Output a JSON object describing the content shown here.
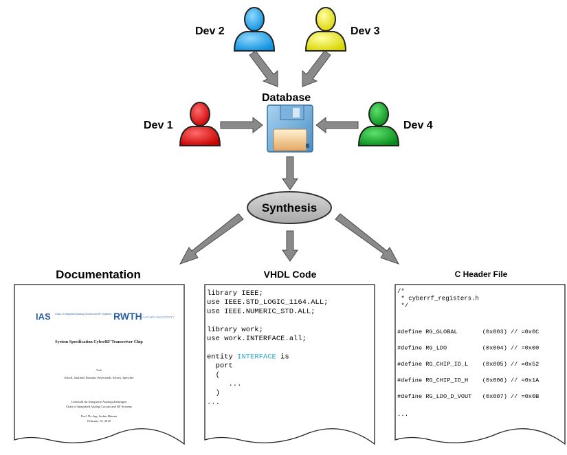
{
  "developers": {
    "dev1": {
      "label": "Dev 1",
      "color": "#e00000"
    },
    "dev2": {
      "label": "Dev 2",
      "color": "#19a3f0"
    },
    "dev3": {
      "label": "Dev 3",
      "color": "#f3f000"
    },
    "dev4": {
      "label": "Dev 4",
      "color": "#0aa31f"
    }
  },
  "database": {
    "label": "Database",
    "icon": "floppy-disk-icon"
  },
  "synthesis": {
    "label": "Synthesis"
  },
  "outputs": {
    "documentation": {
      "heading": "Documentation",
      "logo_left": "IAS",
      "logo_left_sub": "Chair of Integrated Analog Circuits and RF Systems",
      "logo_right": "RWTH",
      "logo_right_sub": "AACHEN UNIVERSITY",
      "title": "System Specification CyberRF Transceiver Chip",
      "by_label": "Vorb",
      "authors": "Scholl, Saalfeld, Romeki, Beyerstedt, Schrey, Speicher",
      "institute_1": "Lehrstuhl für Integrierte Analogschaltungen",
      "institute_2": "Chair of Integrated Analog Circuits and RF Systems",
      "professor": "Prof. Dr.-Ing. Stefan Heinen",
      "date": "February 15, 2018"
    },
    "vhdl": {
      "heading": "VHDL Code",
      "lines": [
        "library IEEE;",
        "use IEEE.STD_LOGIC_1164.ALL;",
        "use IEEE.NUMERIC_STD.ALL;",
        "",
        "library work;",
        "use work.INTERFACE.all;",
        "",
        "entity ",
        "  port",
        "  (",
        "     ...",
        "  )",
        "..."
      ],
      "entity_name": "INTERFACE",
      "entity_tail": " is",
      "entity_color": "#2aa7c9"
    },
    "cheader": {
      "heading": "C Header File",
      "comment_lines": [
        "/*",
        " * cyberrf_registers.h",
        " */"
      ],
      "defines": [
        "#define RG_GLOBAL       (0x003) // =0x0C",
        "#define RG_LDO          (0x004) // =0x00",
        "#define RG_CHIP_ID_L    (0x005) // =0x52",
        "#define RG_CHIP_ID_H    (0x006) // =0x1A",
        "#define RG_LDO_D_VOUT   (0x007) // =0x0B"
      ],
      "ellipsis": "..."
    }
  },
  "arrow_color": "#8a8a8a"
}
